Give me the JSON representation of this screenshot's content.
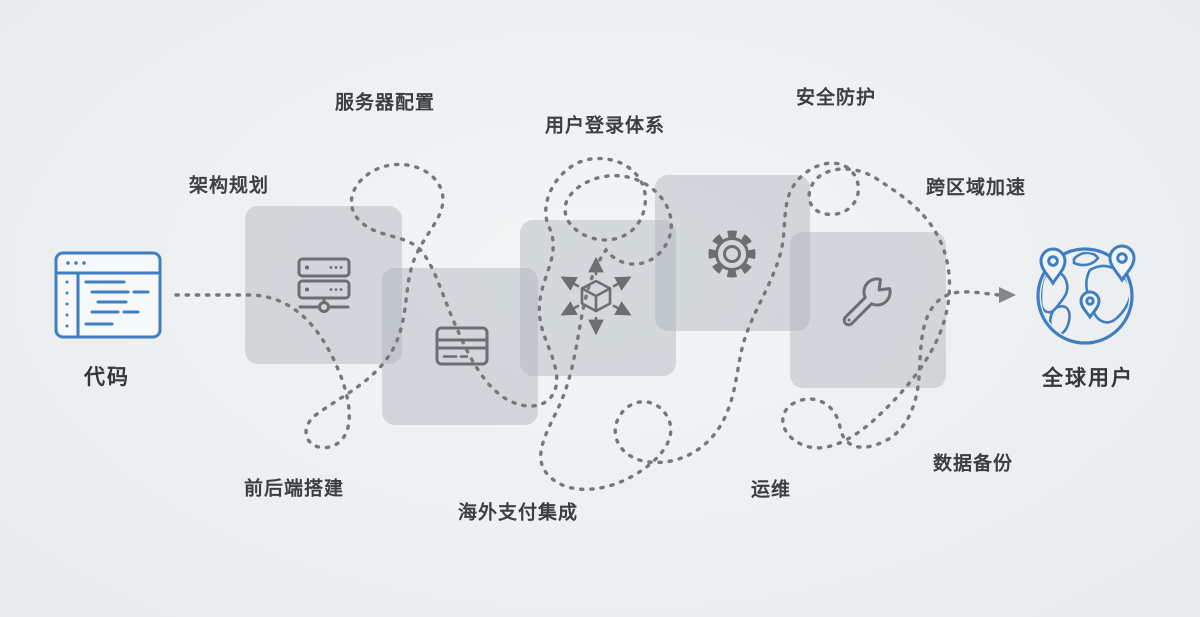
{
  "endpoints": {
    "source": {
      "label": "代码",
      "icon": "code-window-icon"
    },
    "destination": {
      "label": "全球用户",
      "icon": "globe-pins-icon"
    }
  },
  "steps": [
    {
      "label": "架构规划",
      "position": "top"
    },
    {
      "label": "服务器配置",
      "position": "top"
    },
    {
      "label": "用户登录体系",
      "position": "top"
    },
    {
      "label": "安全防护",
      "position": "top"
    },
    {
      "label": "跨区域加速",
      "position": "top"
    },
    {
      "label": "前后端搭建",
      "position": "bottom"
    },
    {
      "label": "海外支付集成",
      "position": "bottom"
    },
    {
      "label": "运维",
      "position": "bottom"
    },
    {
      "label": "数据备份",
      "position": "bottom"
    }
  ],
  "cards": [
    {
      "icon": "server-icon"
    },
    {
      "icon": "credit-card-icon"
    },
    {
      "icon": "distribution-cube-icon"
    },
    {
      "icon": "gear-icon"
    },
    {
      "icon": "wrench-icon"
    }
  ],
  "colors": {
    "accent_blue": "#3E7EC2",
    "icon_gray": "#6B6F73",
    "dotted_line_gray": "#76797C",
    "card_fill": "#D4D7DA",
    "background": "#EEF0F2",
    "text": "#3B3F43"
  }
}
